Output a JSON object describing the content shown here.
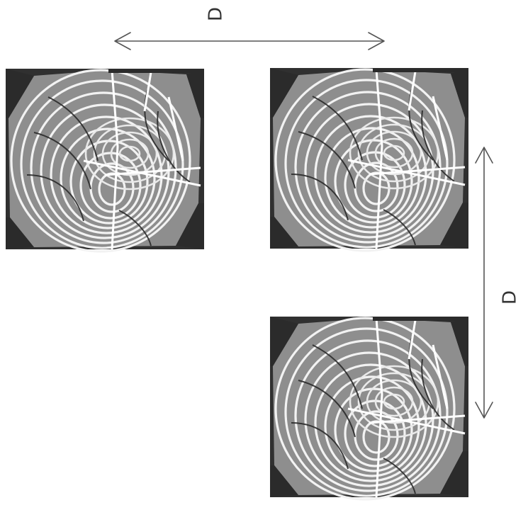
{
  "labels": {
    "horizontal_distance": "D",
    "vertical_distance": "D"
  },
  "panels": [
    {
      "id": "top-left",
      "content": "fingerprint"
    },
    {
      "id": "top-right",
      "content": "fingerprint"
    },
    {
      "id": "bottom-right",
      "content": "fingerprint"
    }
  ],
  "colors": {
    "background": "#ffffff",
    "panel_dark": "#2b2b2b",
    "ridge": "#f2f2f2",
    "arrow": "#555555"
  }
}
